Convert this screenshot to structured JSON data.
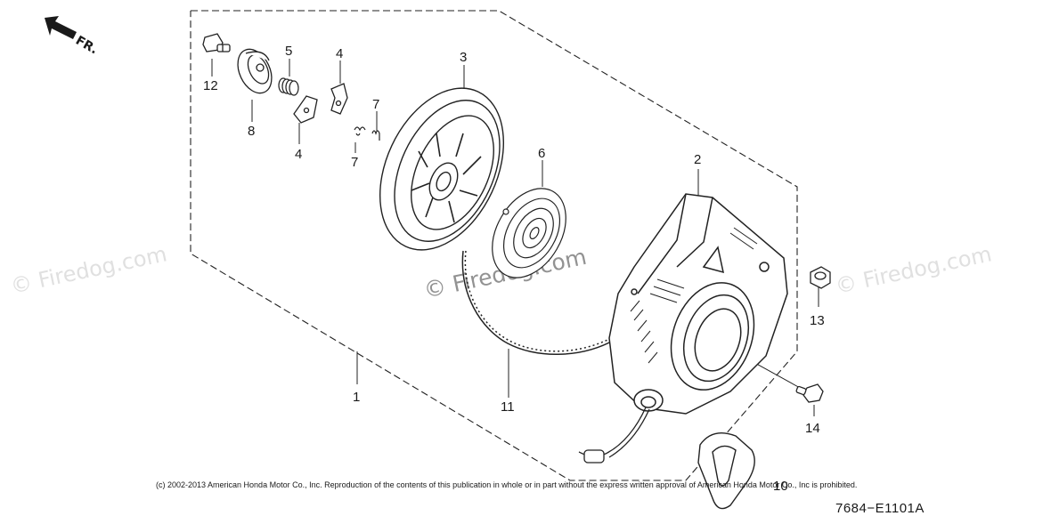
{
  "direction_label": "FR.",
  "watermarks": [
    "© Firedog.com",
    "© Firedog.com",
    "© Firedog.com"
  ],
  "callouts": {
    "c1": "1",
    "c2": "2",
    "c3": "3",
    "c4a": "4",
    "c4b": "4",
    "c5": "5",
    "c6": "6",
    "c7a": "7",
    "c7b": "7",
    "c8": "8",
    "c10": "10",
    "c11": "11",
    "c12": "12",
    "c13": "13",
    "c14": "14"
  },
  "copyright": "(c) 2002-2013 American Honda Motor Co., Inc. Reproduction of the contents of this publication in whole or in part without the express written approval of American Honda Motor Co., Inc is prohibited.",
  "diagram_code": "7684−E1101A",
  "icons": [
    "direction-arrow-icon"
  ]
}
